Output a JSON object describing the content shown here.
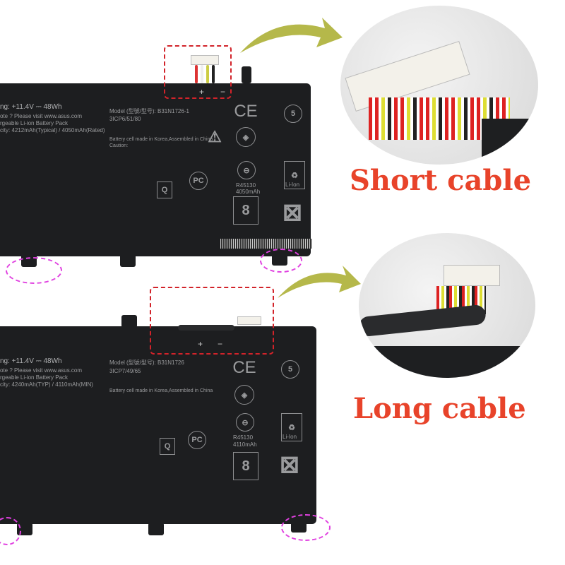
{
  "top_battery": {
    "rating": "ng: +11.4V ⎓ 48Wh",
    "url_line": "ote ? Please visit www.asus.com",
    "type": "rgeable Li-ion Battery Pack",
    "capacity": "city: 4212mAh(Typical) / 4050mAh(Rated)",
    "model": "Model (型號/型号): B31N1726-1",
    "cells": "3ICP6/51/80",
    "origin": "Battery cell made in Korea,Assembled in China",
    "caution": "Caution:",
    "r_code": "R45130",
    "r_capacity": "4050mAh",
    "liion": "Li-Ion",
    "polarity_plus": "+",
    "polarity_minus": "−"
  },
  "bottom_battery": {
    "rating": "ng: +11.4V ⎓ 48Wh",
    "url_line": "ote ? Please visit www.asus.com",
    "type": "rgeable Li-ion Battery Pack",
    "capacity": "city: 4240mAh(TYP) / 4110mAh(MIN)",
    "model": "Model (型號/型号): B31N1726",
    "cells": "3ICP7/49/65",
    "origin": "Battery cell made in Korea,Assembled in China",
    "r_code": "R45130",
    "r_capacity": "4110mAh",
    "liion": "Li-Ion",
    "polarity_plus": "+",
    "polarity_minus": "−"
  },
  "captions": {
    "short": "Short cable",
    "long": "Long cable"
  },
  "colors": {
    "highlight_red": "#d2232a",
    "mount_magenta": "#e040e0",
    "caption": "#e8432a",
    "arrow": "#b5b84a"
  }
}
